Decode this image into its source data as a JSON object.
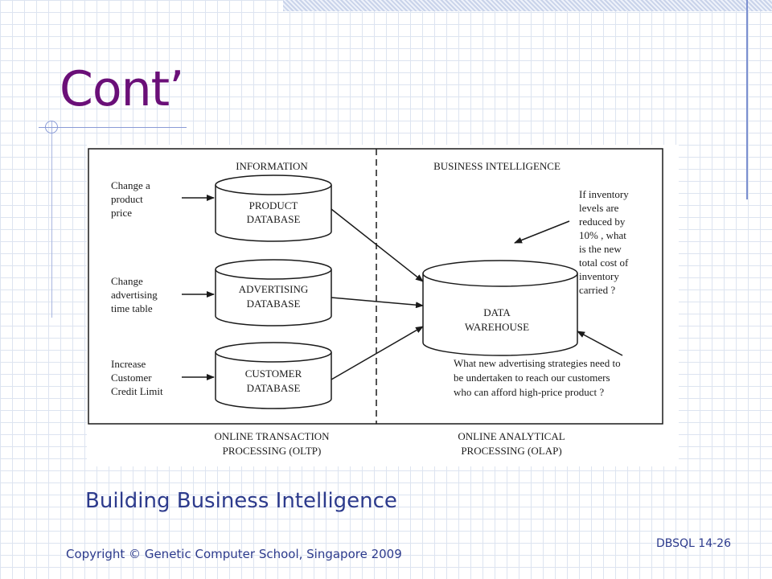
{
  "slide": {
    "title": "Cont’",
    "caption": "Building Business Intelligence",
    "copyright": "Copyright © Genetic Computer School, Singapore 2009",
    "slide_number": "DBSQL 14-26"
  },
  "diagram": {
    "left_header": "INFORMATION",
    "right_header": "BUSINESS INTELLIGENCE",
    "inputs": [
      [
        "Change a",
        "product",
        "price"
      ],
      [
        "Change",
        "advertising",
        "time table"
      ],
      [
        "Increase",
        "Customer",
        "Credit Limit"
      ]
    ],
    "databases": [
      [
        "PRODUCT",
        "DATABASE"
      ],
      [
        "ADVERTISING",
        "DATABASE"
      ],
      [
        "CUSTOMER",
        "DATABASE"
      ]
    ],
    "warehouse": [
      "DATA",
      "WAREHOUSE"
    ],
    "question_1": [
      "If inventory",
      "levels are",
      "reduced by",
      "10% , what",
      "is the new",
      "total cost of",
      "inventory",
      "carried ?"
    ],
    "question_2": [
      "What new advertising strategies need to",
      "be undertaken to reach our customers",
      "who can afford high-price product ?"
    ],
    "oltp_label": [
      "ONLINE TRANSACTION",
      "PROCESSING (OLTP)"
    ],
    "olap_label": [
      "ONLINE ANALYTICAL",
      "PROCESSING (OLAP)"
    ]
  },
  "colors": {
    "title": "#6a0f78",
    "caption": "#2c3a8c",
    "grid": "#dde4f0",
    "accent_line": "#7b8fd0"
  }
}
